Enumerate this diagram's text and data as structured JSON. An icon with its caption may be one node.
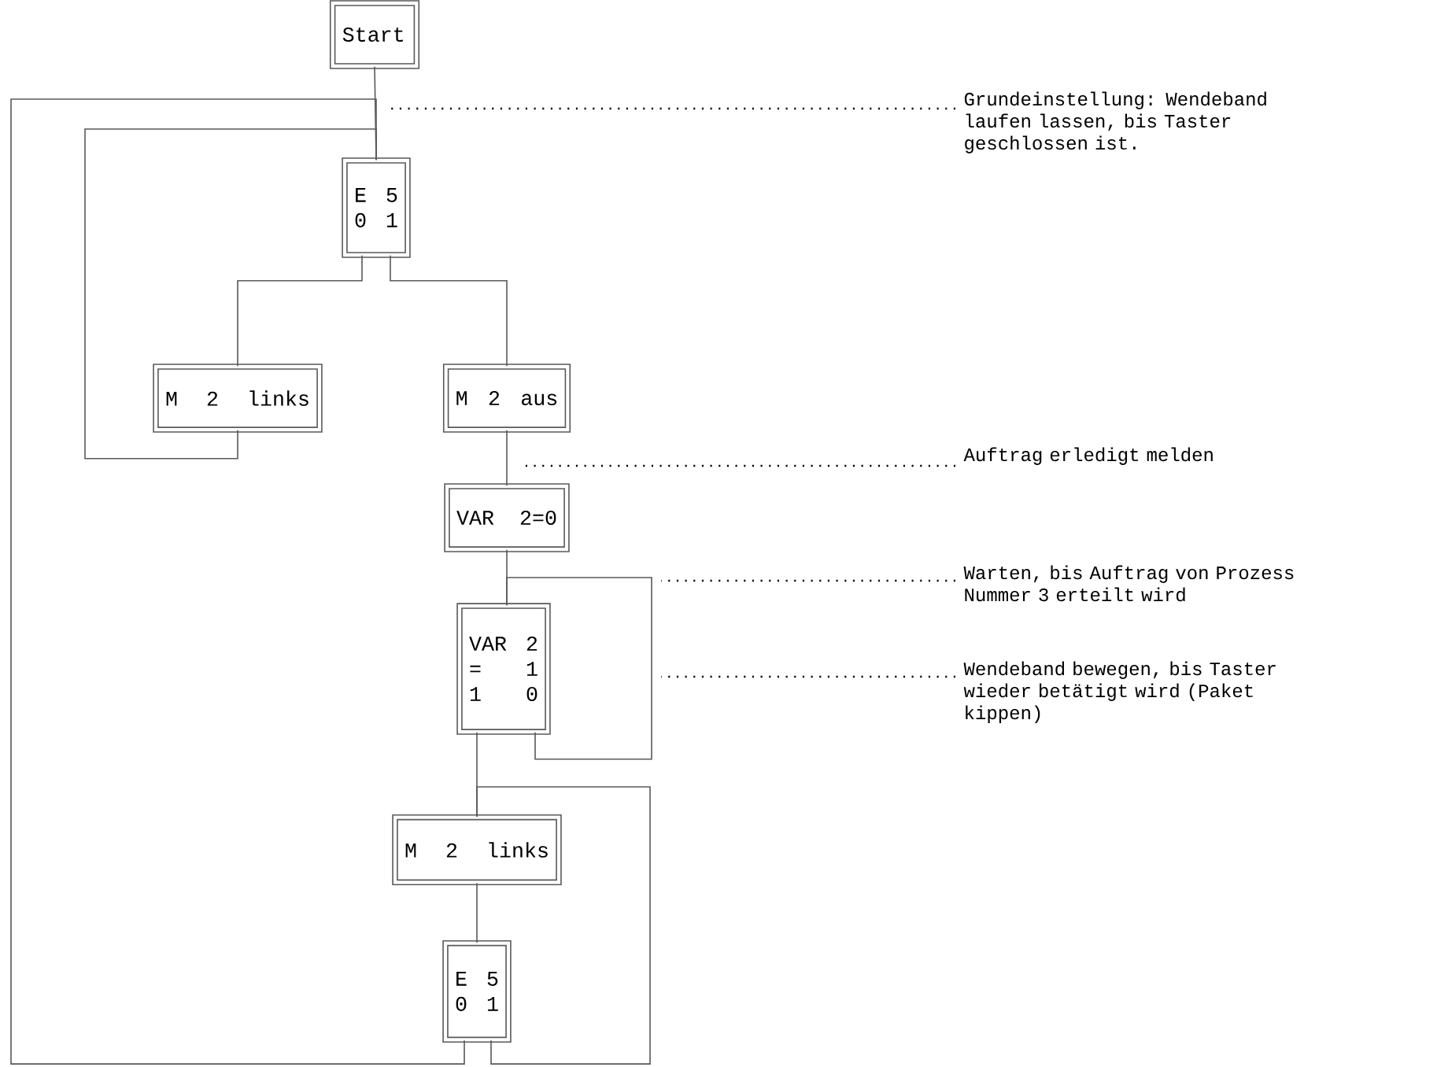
{
  "diagram": {
    "nodes": [
      {
        "text": [
          "Start"
        ]
      },
      {
        "text": [
          "E 5",
          "0 1"
        ]
      },
      {
        "text": [
          "M 2  links"
        ]
      },
      {
        "text": [
          "M 2 aus"
        ]
      },
      {
        "text": [
          "VAR 2=0"
        ]
      },
      {
        "text": [
          "VAR 2",
          "= 1",
          "1 0"
        ]
      },
      {
        "text": [
          "M 2  links"
        ]
      },
      {
        "text": [
          "E 5",
          "0 1"
        ]
      },
      {
        "text": [
          "Grundeinstellung: Wendeband laufen lassen, bis Taster geschlossen ist."
        ]
      },
      {
        "text": [
          "Auftrag erledigt melden"
        ]
      },
      {
        "text": [
          "Warten, bis Auftrag von Prozess Nummer 3 erteilt wird"
        ]
      },
      {
        "text": [
          "Wendeband bewegen, bis Taster wieder betätigt wird (Paket kippen)"
        ]
      }
    ],
    "edges": [
      {
        "from": 0,
        "to": 1,
        "arrow": "none"
      },
      {
        "from": 1,
        "to": 2,
        "arrow": "none"
      },
      {
        "from": 1,
        "to": 3,
        "arrow": "none"
      },
      {
        "from": 2,
        "to": 1,
        "arrow": "none"
      },
      {
        "from": 3,
        "to": 4,
        "arrow": "none"
      },
      {
        "from": 4,
        "to": 5,
        "arrow": "none"
      },
      {
        "from": 5,
        "to": 5,
        "arrow": "none"
      },
      {
        "from": 5,
        "to": 6,
        "arrow": "none"
      },
      {
        "from": 6,
        "to": 7,
        "arrow": "none"
      },
      {
        "from": 7,
        "to": 6,
        "arrow": "none"
      },
      {
        "from": 7,
        "to": 1,
        "arrow": "none"
      },
      {
        "from": 8,
        "to": null,
        "arrow": "none",
        "style": "dashed"
      },
      {
        "from": 9,
        "to": null,
        "arrow": "none",
        "style": "dashed"
      },
      {
        "from": 10,
        "to": null,
        "arrow": "none",
        "style": "dashed"
      },
      {
        "from": 11,
        "to": null,
        "arrow": "none",
        "style": "dashed"
      }
    ]
  }
}
